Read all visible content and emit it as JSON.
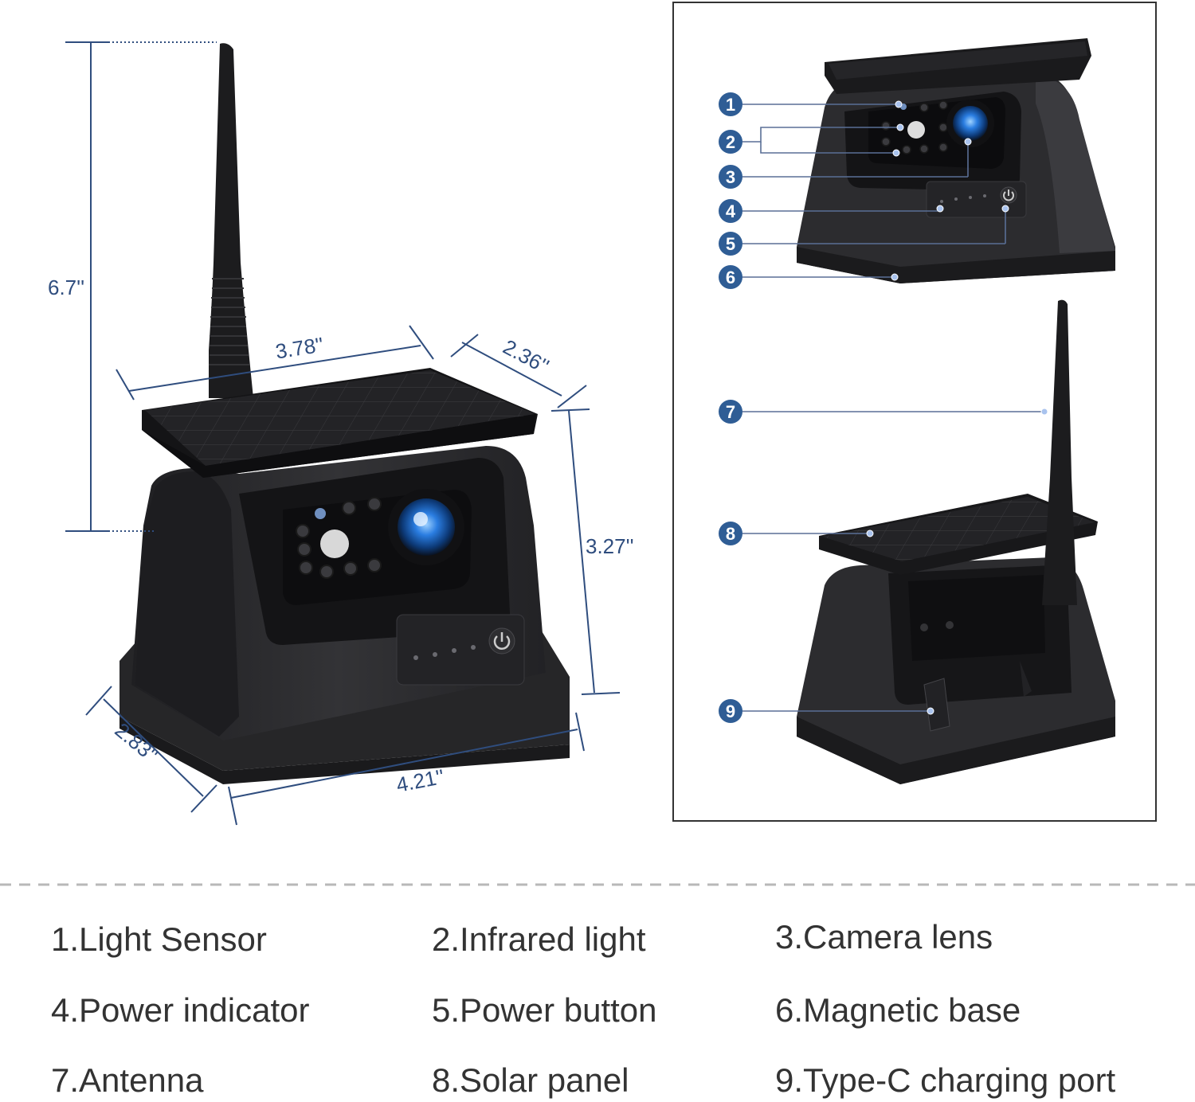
{
  "dimensions": {
    "height_total": "6.7''",
    "panel_width": "3.78''",
    "panel_depth": "2.36''",
    "body_height": "3.27''",
    "base_depth": "2.83''",
    "base_width": "4.21''"
  },
  "callout_numbers": [
    "1",
    "2",
    "3",
    "4",
    "5",
    "6",
    "7",
    "8",
    "9"
  ],
  "legend": [
    "1.Light Sensor",
    "2.Infrared light",
    "3.Camera lens",
    "4.Power indicator",
    "5.Power button",
    "6.Magnetic base",
    "7.Antenna",
    "8.Solar panel",
    "9.Type-C charging port"
  ],
  "colors": {
    "annotation_blue": "#2f4d7e",
    "callout_circle": "#2f5d95",
    "device_body": "#2b2b2e",
    "lens_blue": "#2a7de1"
  },
  "icons": [
    "power-icon"
  ]
}
